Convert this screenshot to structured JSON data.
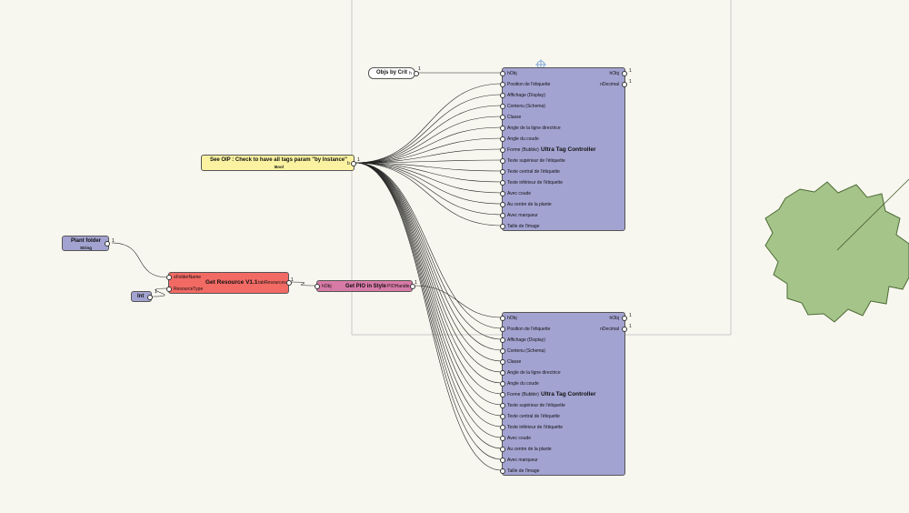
{
  "nodes": {
    "objs_by_crit": {
      "title": "Objs by Crit",
      "out_label": "h",
      "out_count": "1"
    },
    "see_oip": {
      "title": "See OIP : Check to have all tags param \"by Instance\"",
      "sub": "Bool",
      "out_label": "b",
      "out_count": "1"
    },
    "plant_folder": {
      "title": "Plant folder",
      "sub": "String",
      "out_count": "1"
    },
    "int_node": {
      "title": "Int",
      "out_count": "1"
    },
    "get_resource": {
      "title": "Get Resource V1.1",
      "inputs": [
        "sFolderName",
        "ResourceType"
      ],
      "output": "tabResources",
      "out_count": "1"
    },
    "get_pio": {
      "title": "Get PIO in Style",
      "input": "hObj",
      "output": "PIOHandle",
      "out_count": "1"
    },
    "controller": {
      "title": "Ultra Tag Controller",
      "inputs": [
        "hObj",
        "Position de l'étiquette",
        "Affichage (Display)",
        "Contenu (Schema)",
        "Classe",
        "Angle de la ligne directrice",
        "Angle du coude",
        "Forme (Bubble)",
        "Texte supérieur de l'étiquette",
        "Texte central de l'étiquette",
        "Texte inférieur de l'étiquette",
        "Avec coude",
        "Au centre de la plante",
        "Avec marqueur",
        "Taille de l'image"
      ],
      "outputs": [
        "hObj",
        "nDecimal"
      ],
      "out_counts": [
        "1",
        "1"
      ]
    }
  },
  "colors": {
    "background": "#f8f7ef",
    "controller_fill": "#a3a3d2",
    "bool_fill": "#faf2a0",
    "resource_fill": "#f26a64",
    "pio_fill": "#d77aa6",
    "string_fill": "#a3a3d2",
    "tree_fill": "#a5c48a",
    "frame_stroke": "#c8c8c8"
  }
}
